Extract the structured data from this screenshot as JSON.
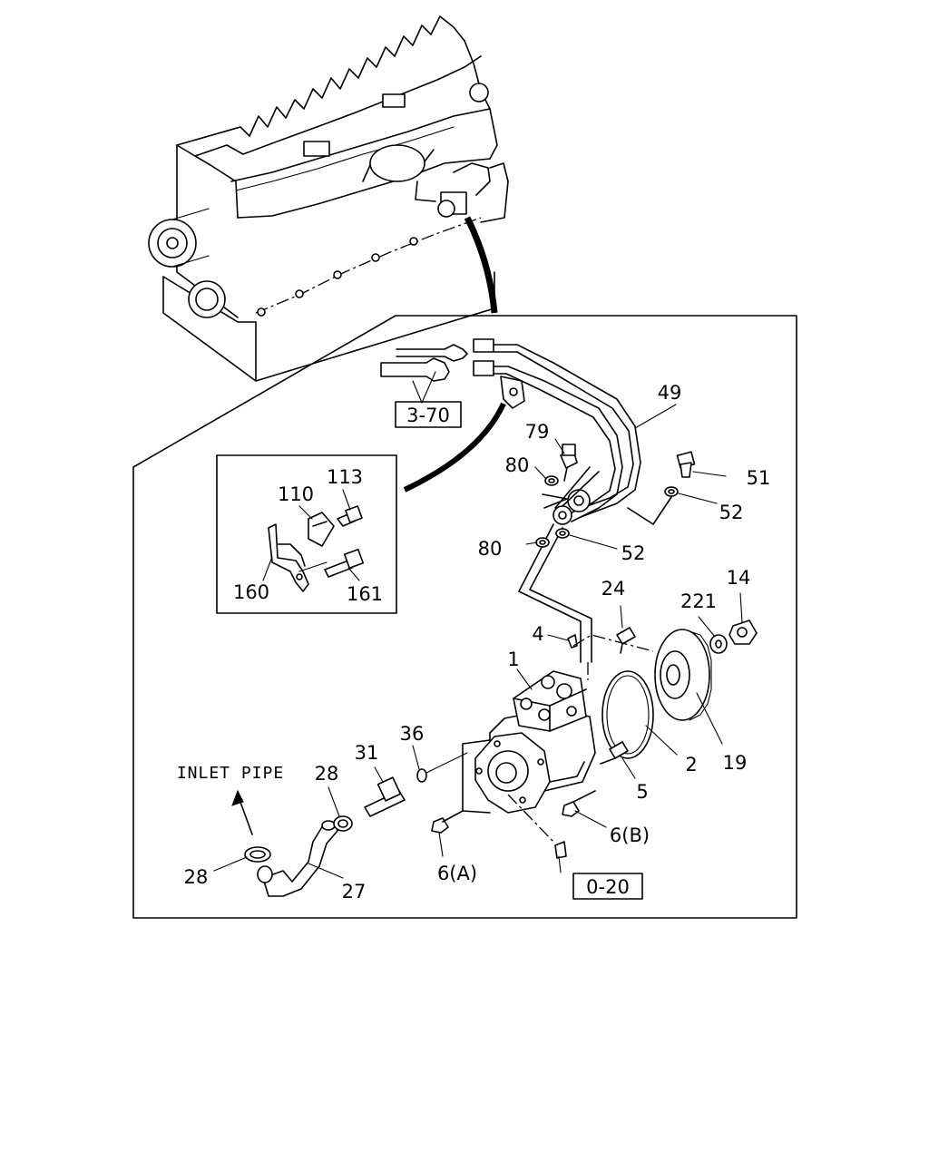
{
  "callouts": {
    "c1": "1",
    "c2": "2",
    "c4": "4",
    "c5": "5",
    "c6a": "6(A)",
    "c6b": "6(B)",
    "c14": "14",
    "c19": "19",
    "c221": "221",
    "c24": "24",
    "c27": "27",
    "c28a": "28",
    "c28b": "28",
    "c31": "31",
    "c36": "36",
    "c49": "49",
    "c51": "51",
    "c52a": "52",
    "c52b": "52",
    "c79": "79",
    "c80a": "80",
    "c80b": "80",
    "c110": "110",
    "c113": "113",
    "c160": "160",
    "c161": "161"
  },
  "refs": {
    "r370": "3-70",
    "r020": "0-20"
  },
  "notes": {
    "inlet": "INLET PIPE"
  }
}
